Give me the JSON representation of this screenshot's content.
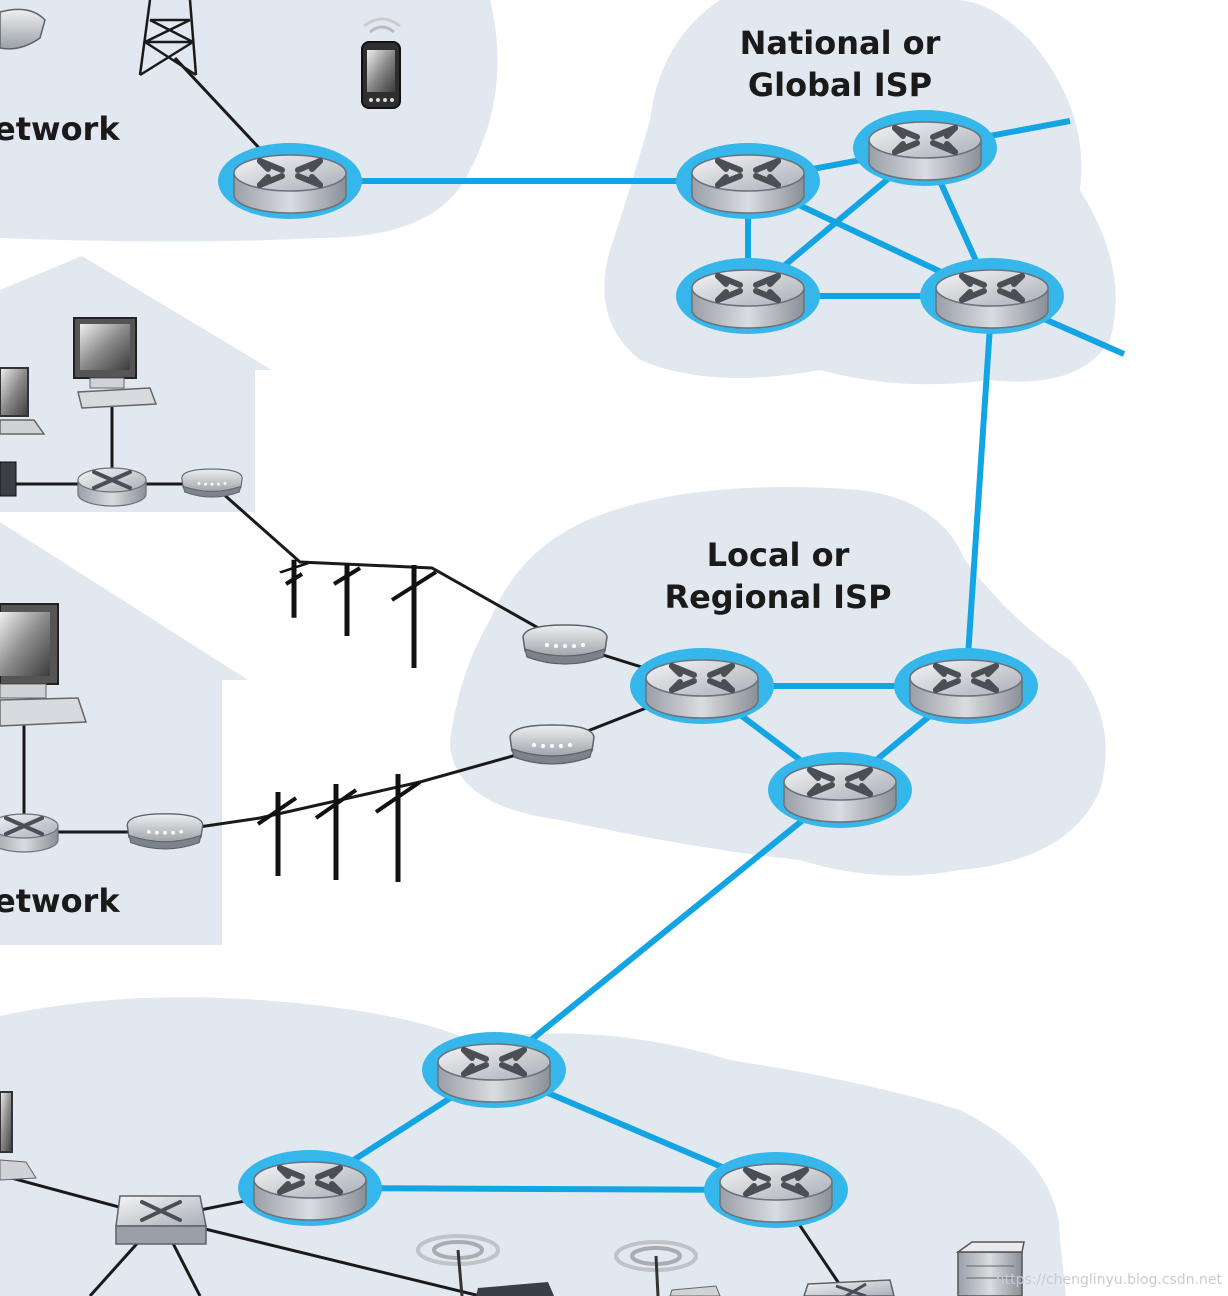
{
  "labels": {
    "national_isp_line1": "National or",
    "national_isp_line2": "Global ISP",
    "regional_isp_line1": "Local or",
    "regional_isp_line2": "Regional ISP",
    "top_network": "etwork",
    "home_network": "etwork"
  },
  "watermark": "https://chenglinyu.blog.csdn.net",
  "colors": {
    "cloud": "#e2e8ef",
    "isp_link": "#13a4e4",
    "router_halo": "#36b7ec",
    "wire": "#1a1a1a"
  }
}
